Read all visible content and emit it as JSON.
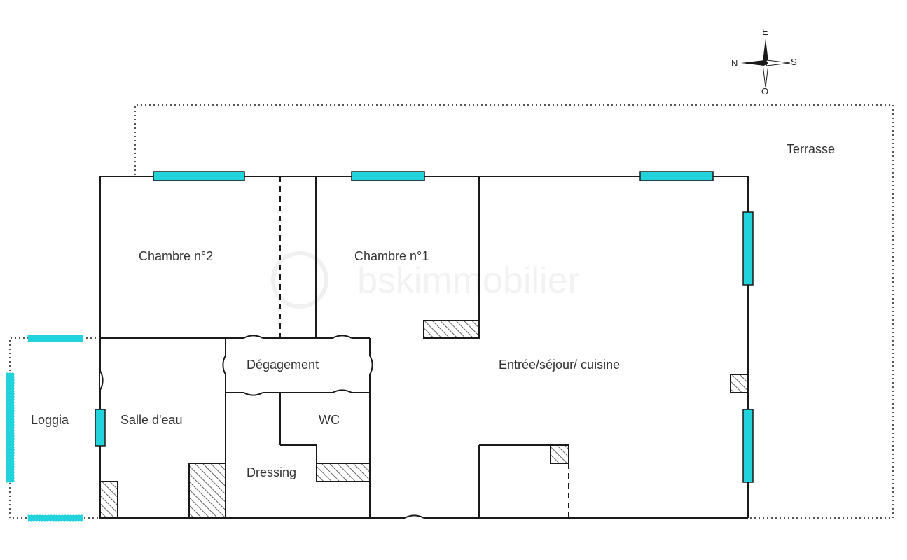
{
  "compass": {
    "north": "N",
    "east": "E",
    "south": "S",
    "west": "O"
  },
  "watermark": {
    "text": "bskimmobilier"
  },
  "rooms": {
    "terrasse": "Terrasse",
    "chambre2": "Chambre n°2",
    "chambre1": "Chambre n°1",
    "degagement": "Dégagement",
    "entree": "Entrée/séjour/ cuisine",
    "loggia": "Loggia",
    "salle_eau": "Salle d'eau",
    "wc": "WC",
    "dressing": "Dressing"
  },
  "colors": {
    "wall": "#1a1a1a",
    "window": "#22d3dc",
    "hatch": "#333333",
    "dotted": "#555555"
  }
}
